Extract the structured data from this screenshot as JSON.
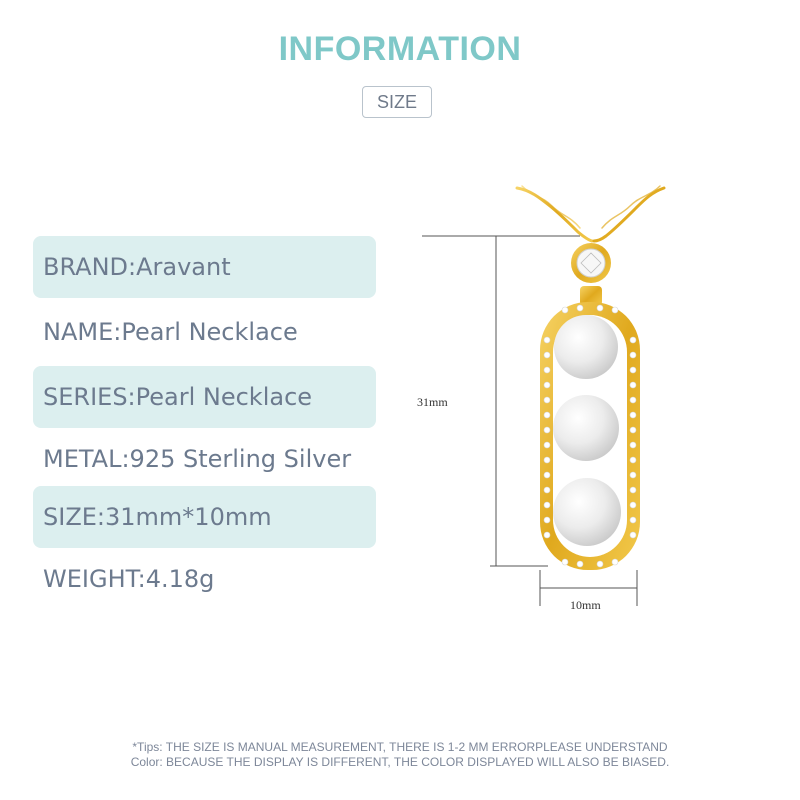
{
  "header": {
    "title": "INFORMATION",
    "tag": "SIZE"
  },
  "specs": [
    {
      "text": "BRAND:Aravant"
    },
    {
      "text": "NAME:Pearl Necklace"
    },
    {
      "text": "SERIES:Pearl Necklace"
    },
    {
      "text": "METAL:925 Sterling Silver"
    },
    {
      "text": "SIZE:31mm*10mm"
    },
    {
      "text": "WEIGHT:4.18g"
    }
  ],
  "dimensions": {
    "height_label": "31mm",
    "width_label": "10mm"
  },
  "tips": {
    "line1": "*Tips: THE SIZE IS MANUAL MEASUREMENT, THERE IS 1-2 MM ERRORPLEASE UNDERSTAND",
    "line2": "Color: BECAUSE THE DISPLAY IS DIFFERENT, THE COLOR DISPLAYED WILL ALSO BE BIASED."
  },
  "colors": {
    "title": "#7fc8c8",
    "row_shade": "#dcefef",
    "gold": "#e6b422",
    "pearl": "#f2f2f2"
  }
}
